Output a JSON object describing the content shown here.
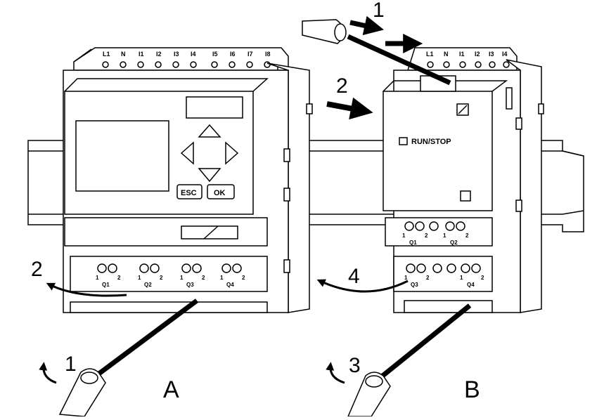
{
  "figure": {
    "panel_a_label": "A",
    "panel_b_label": "B",
    "steps": {
      "a_pry": "1",
      "a_swing": "2",
      "b_slide_tool": "1",
      "b_slide_module": "2",
      "b_pry": "3",
      "b_swing": "4"
    }
  },
  "device_a": {
    "terminals_top": [
      "L1",
      "N",
      "I1",
      "I2",
      "I3",
      "I4",
      "I5",
      "I6",
      "I7",
      "I8"
    ],
    "keys": {
      "esc": "ESC",
      "ok": "OK"
    },
    "outputs": [
      "Q1",
      "Q2",
      "Q3",
      "Q4"
    ],
    "pin1": "1",
    "pin2": "2"
  },
  "device_b": {
    "terminals_top": [
      "L1",
      "N",
      "I1",
      "I2",
      "I3",
      "I4"
    ],
    "run_stop": "RUN/STOP",
    "outputs_upper": [
      "Q1",
      "Q2"
    ],
    "outputs_lower": [
      "Q3",
      "Q4"
    ],
    "pin1": "1",
    "pin2": "2"
  }
}
